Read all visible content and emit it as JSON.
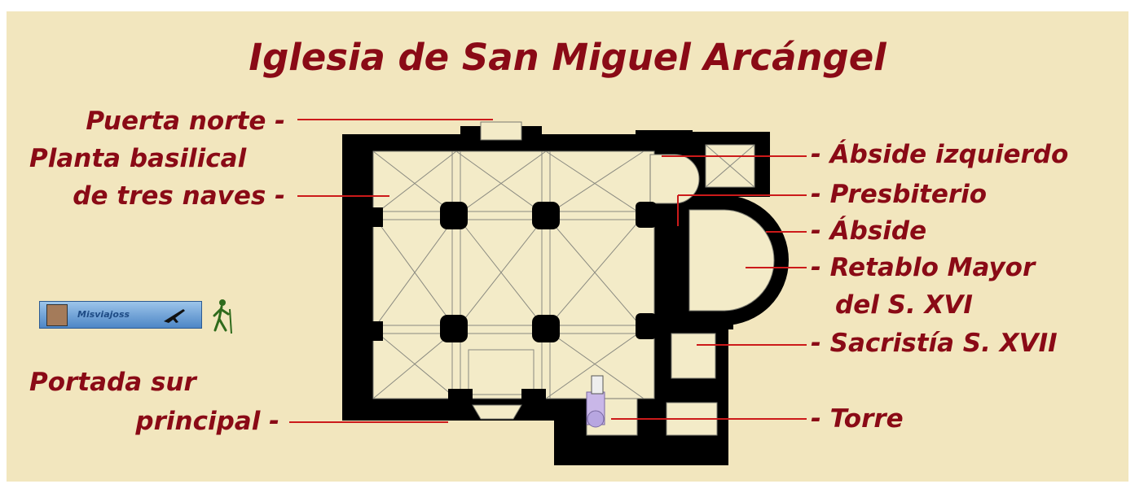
{
  "title": "Iglesia de San Miguel Arcángel",
  "labels": {
    "puerta_norte": "Puerta norte -",
    "planta_1": "Planta basilical",
    "planta_2": "de tres naves -",
    "portada_1": "Portada sur",
    "portada_2": "principal -",
    "abside_izq": "- Ábside izquierdo",
    "presbiterio": "- Presbiterio",
    "abside": "- Ábside",
    "retablo_1": "- Retablo Mayor",
    "retablo_2": "del S. XVI",
    "sacristia": "- Sacristía S. XVII",
    "torre": "- Torre"
  },
  "badge": {
    "text": "Misviajoss"
  },
  "colors": {
    "background": "#f2e6be",
    "label": "#8a0a16",
    "wall": "#000000",
    "floor": "#f3ebc8",
    "pointer": "#cc1a1a"
  },
  "icons": [
    "author-avatar-icon",
    "airplane-icon",
    "hiker-icon"
  ]
}
